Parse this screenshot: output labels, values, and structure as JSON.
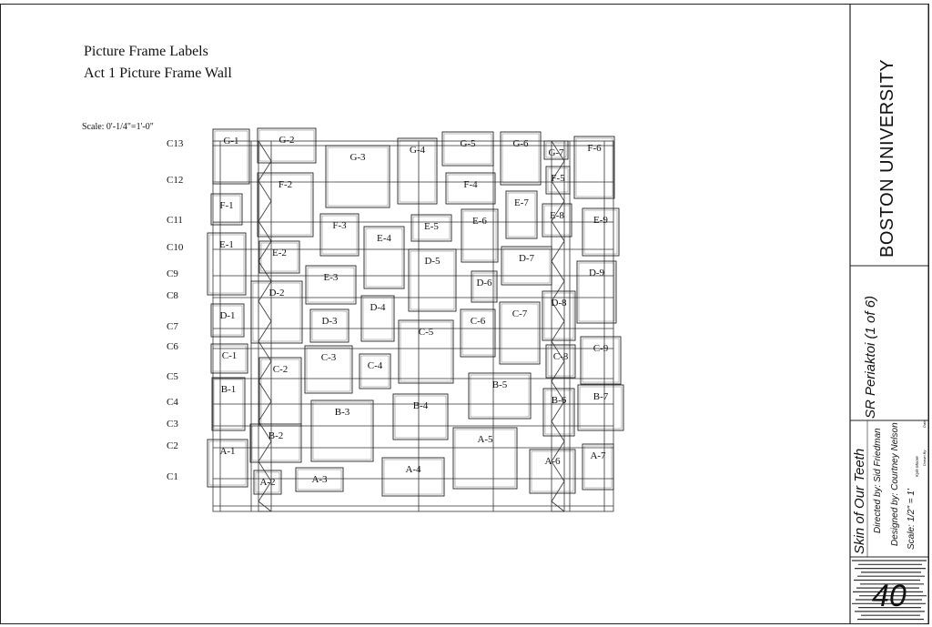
{
  "header": {
    "title": "Picture Frame Labels",
    "subtitle": "Act 1 Picture Frame Wall",
    "scale_note": "Scale: 0'-1/4\"=1'-0\""
  },
  "courses": [
    "C13",
    "C12",
    "C11",
    "C10",
    "C9",
    "C8",
    "C7",
    "C6",
    "C5",
    "C4",
    "C3",
    "C2",
    "C1"
  ],
  "frames": [
    "G-1",
    "G-2",
    "G-3",
    "G-4",
    "G-5",
    "G-6",
    "G-7",
    "F-1",
    "F-2",
    "F-3",
    "F-4",
    "F-5",
    "F-6",
    "E-1",
    "E-2",
    "E-3",
    "E-4",
    "E-5",
    "E-6",
    "E-7",
    "E-8",
    "E-9",
    "D-1",
    "D-2",
    "D-3",
    "D-4",
    "D-5",
    "D-6",
    "D-7",
    "D-8",
    "D-9",
    "C-1",
    "C-2",
    "C-3",
    "C-4",
    "C-5",
    "C-6",
    "C-7",
    "C-8",
    "C-9",
    "B-1",
    "B-2",
    "B-3",
    "B-4",
    "B-5",
    "B-6",
    "B-7",
    "A-1",
    "A-2",
    "A-3",
    "A-4",
    "A-5",
    "A-6",
    "A-7"
  ],
  "title_block": {
    "university": "BOSTON UNIVERSITY",
    "drawing_title": "SR Periaktoi (1 of 6)",
    "show_title": "Skin of Our Teeth",
    "directed_by": "Directed by: Sid Friedman",
    "designed_by": "Designed by: Courtney Nelson",
    "scale": "Scale: 1/2\" = 1'",
    "drawn_by_label": "Drawn By",
    "drawn_by": "Kyle Moore",
    "date_label": "Date",
    "sheet_number": "40"
  }
}
